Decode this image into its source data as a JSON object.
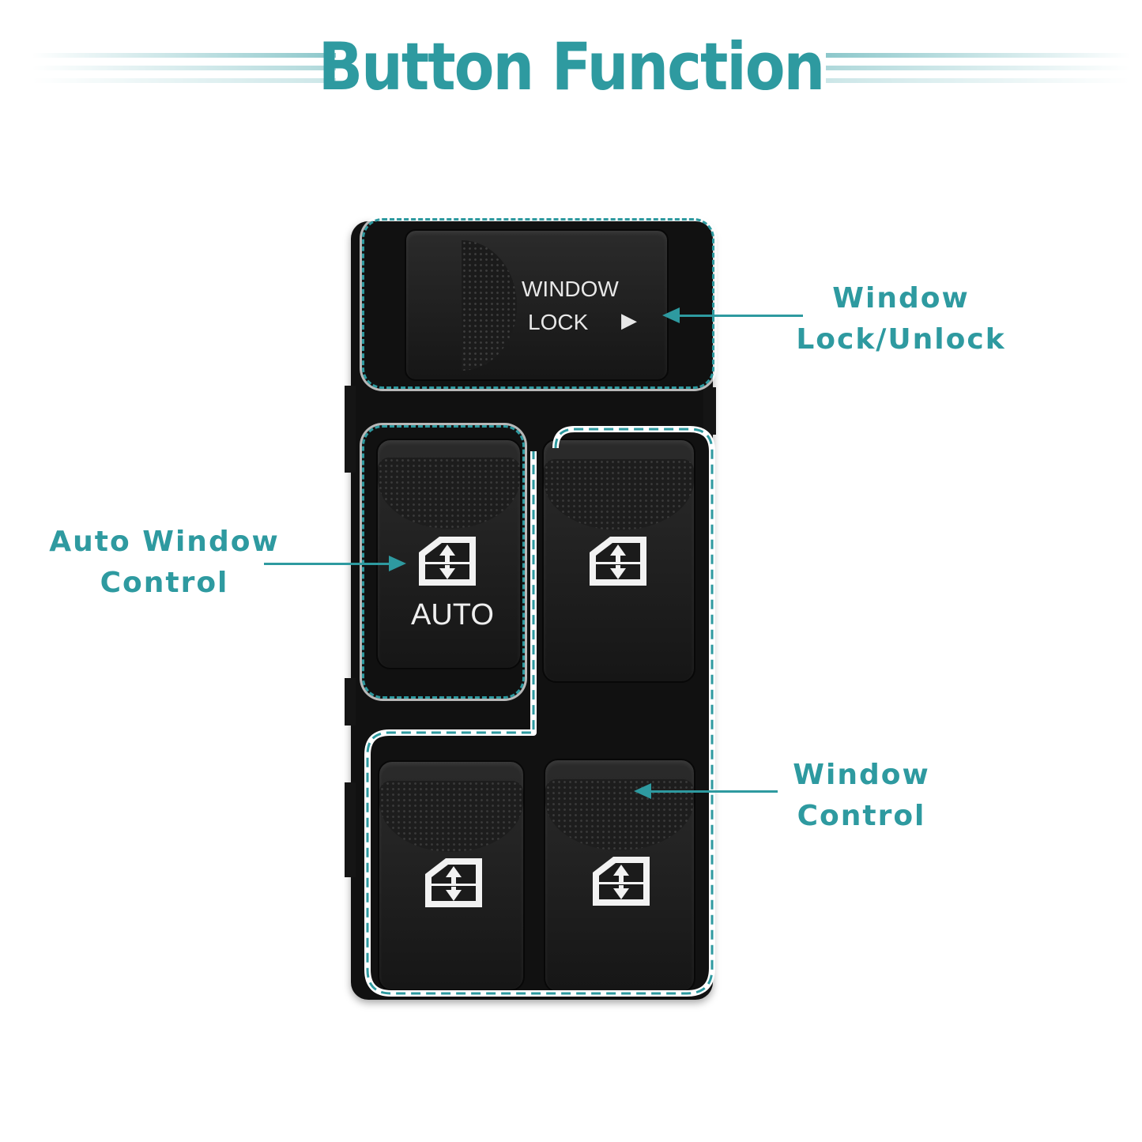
{
  "title": "Button Function",
  "colors": {
    "accent": "#2e9aa0",
    "switch_body": "#111111",
    "background": "#ffffff"
  },
  "switch": {
    "lock_button": {
      "line1": "WINDOW",
      "line2": "LOCK",
      "symbol": "▶"
    },
    "auto_button": {
      "label": "AUTO",
      "icon": "window-up-down-icon"
    },
    "buttons": [
      {
        "name": "driver-auto",
        "icon": "window-up-down-icon"
      },
      {
        "name": "passenger",
        "icon": "window-up-down-icon"
      },
      {
        "name": "rear-left",
        "icon": "window-up-down-icon"
      },
      {
        "name": "rear-right",
        "icon": "window-up-down-icon"
      }
    ]
  },
  "callouts": {
    "lock": {
      "line1": "Window",
      "line2": "Lock/Unlock"
    },
    "auto": {
      "line1": "Auto Window",
      "line2": "Control"
    },
    "window": {
      "line1": "Window",
      "line2": "Control"
    }
  }
}
